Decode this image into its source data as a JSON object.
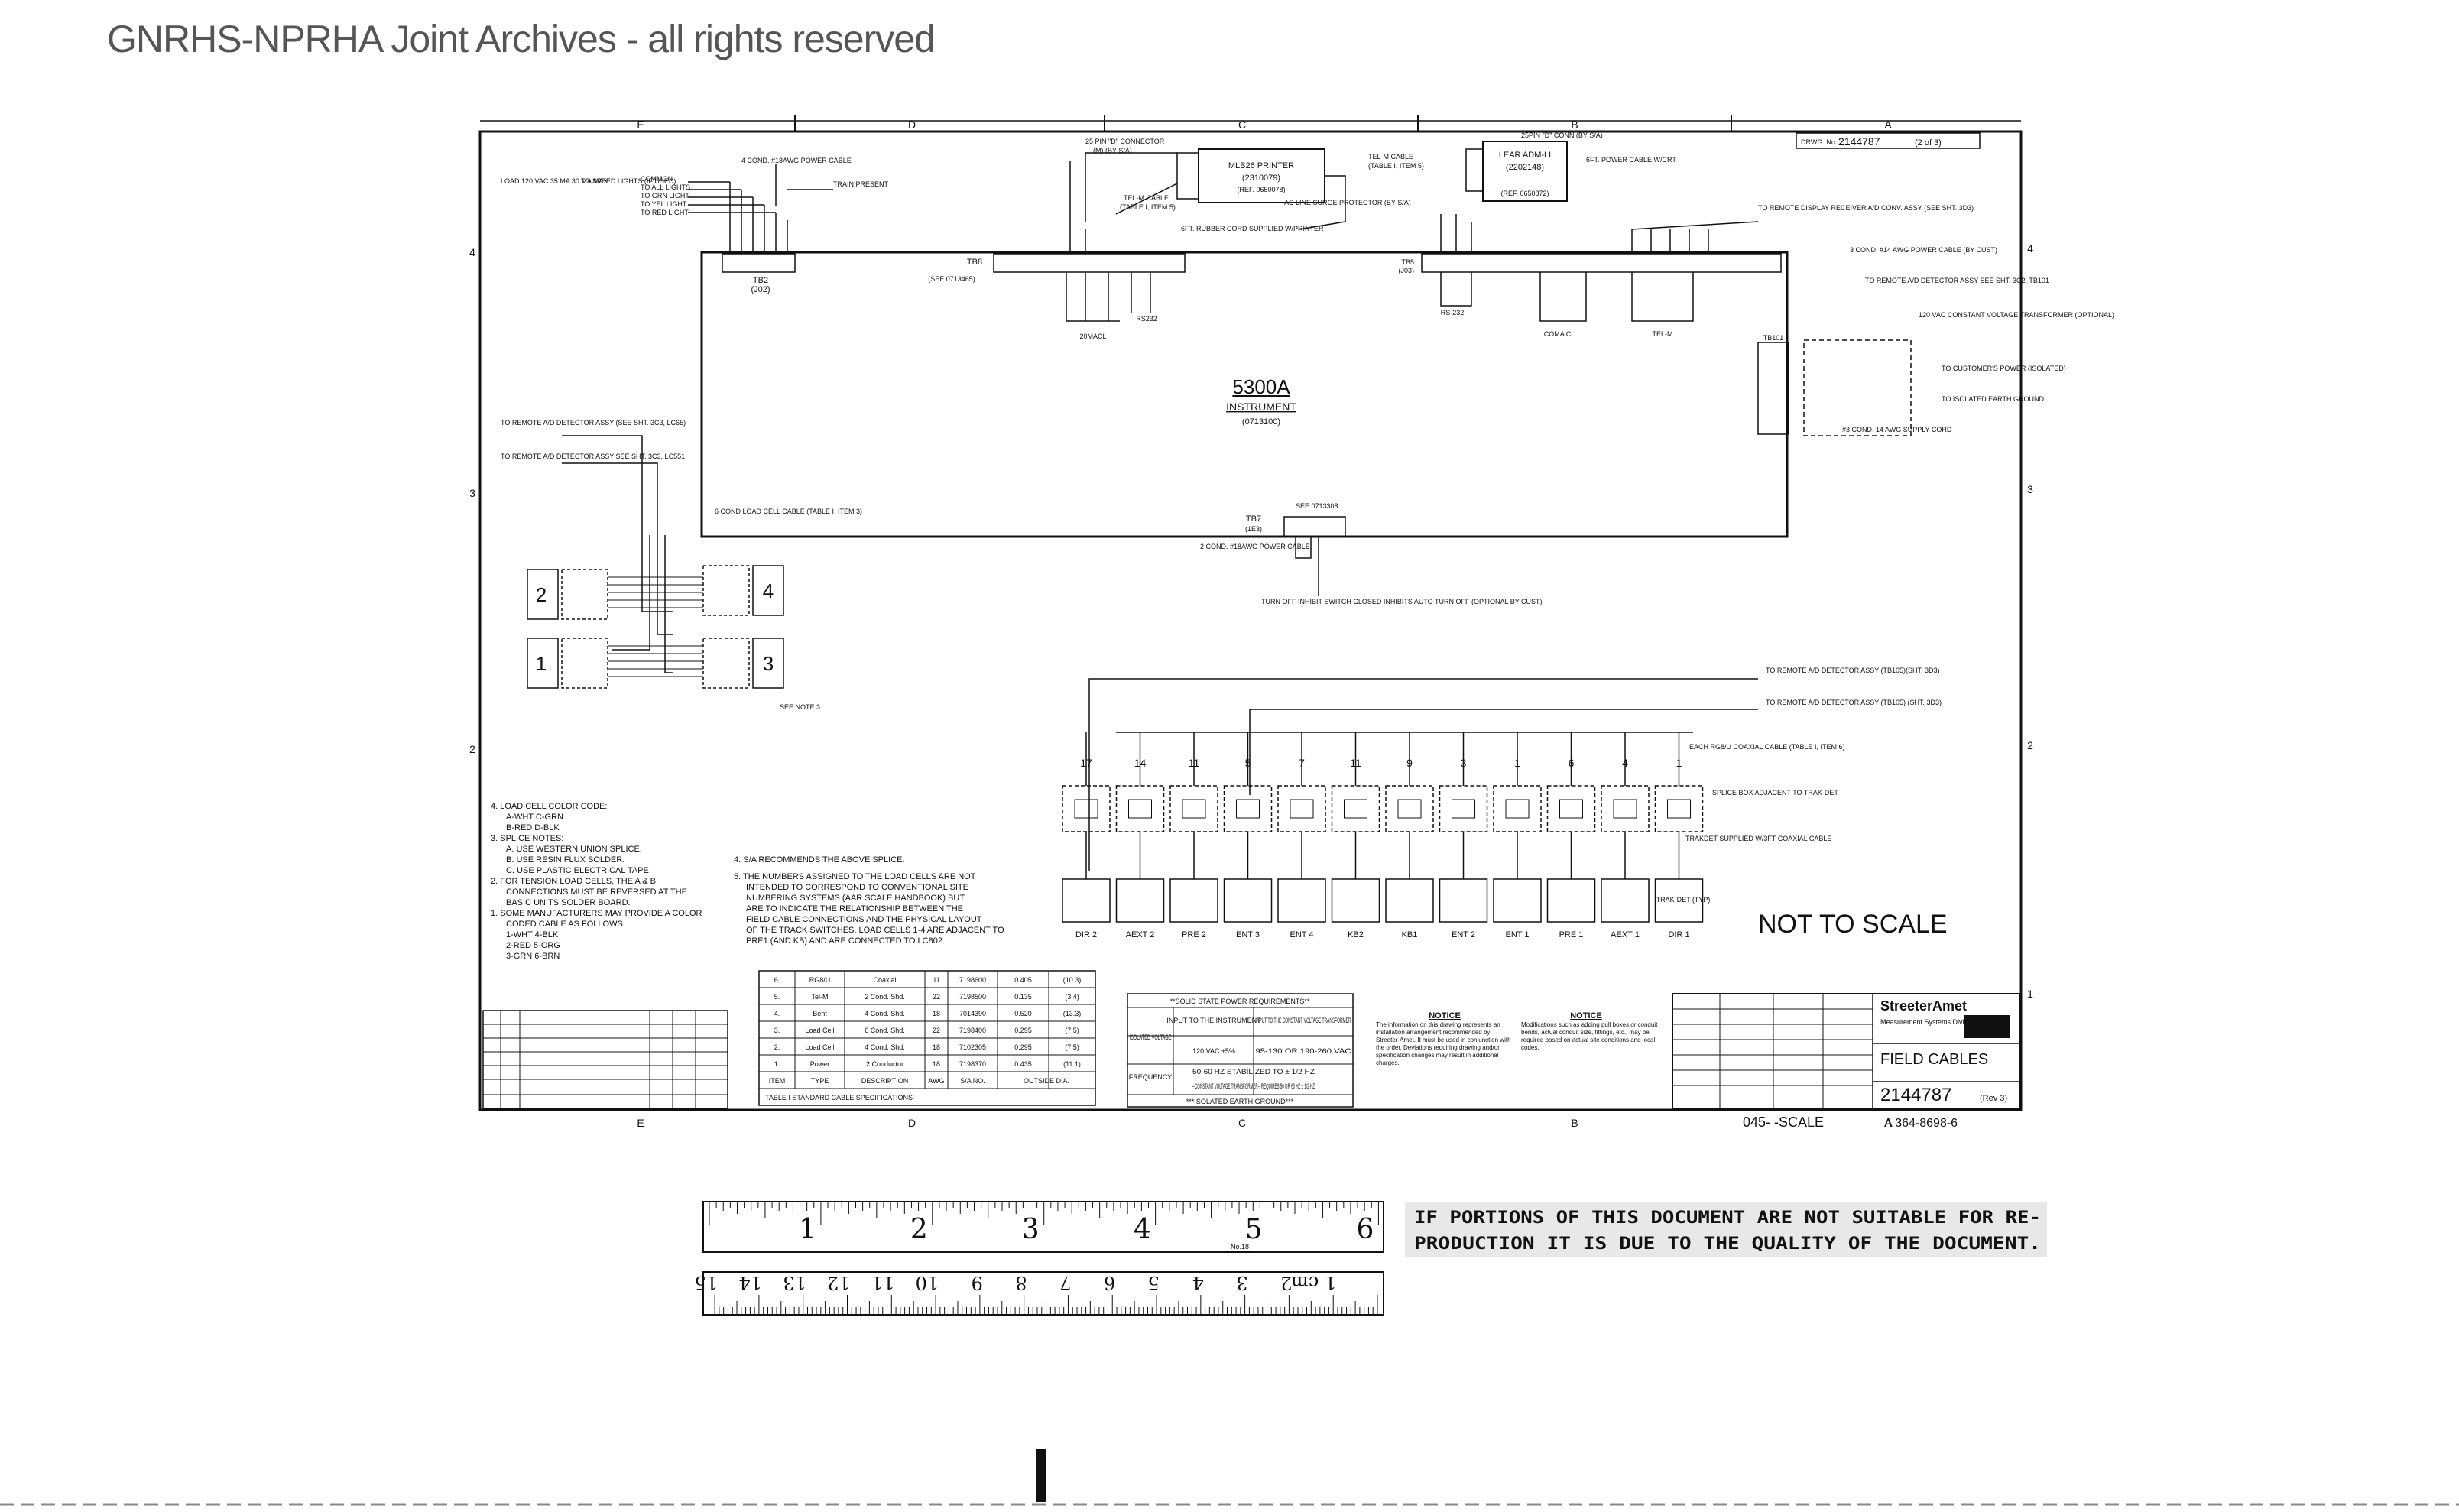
{
  "header": "GNRHS-NPRHA Joint Archives - all rights reserved",
  "drawing": {
    "drwg_no_label": "DRWG. No.",
    "drwg_no": "2144787",
    "sheet": "(2 of 3)",
    "title_company": "StreeterAmet",
    "title_subtitle": "Measurement Systems Division",
    "title_name": "FIELD CABLES",
    "dwg_no_box": "2144787",
    "sheet_box": "(Rev 3)",
    "scale_text": "045-   -SCALE",
    "ref_code": "A  364-8698-6",
    "not_to_scale": "NOT TO SCALE",
    "col_letters_top": [
      "E",
      "D",
      "C",
      "B",
      "A"
    ],
    "col_letters_bottom": [
      "E",
      "D",
      "C",
      "B",
      "A"
    ],
    "row_numbers": [
      "4",
      "3",
      "2",
      "1"
    ]
  },
  "instrument": {
    "name": "5300A",
    "sub": "INSTRUMENT",
    "part": "(0713100)"
  },
  "labels": {
    "printer": "MLB26 PRINTER",
    "printer_part": "(2310079)",
    "printer_ref": "(REF. 0650078)",
    "lear": "LEAR ADM-LI",
    "lear_part": "(2202148)",
    "lear_ref": "(REF. 0650872)",
    "conn_25": "25 PIN \"D\" CONNECTOR",
    "conn_25_sub": "(M) (BY S/A)",
    "conn_25b": "25PIN \"D\" CONN (BY S/A)",
    "telm_cable": "TEL-M CABLE",
    "telm_cable_sub": "(TABLE I, ITEM 5)",
    "ac_surge": "AC LINE SURGE PROTECTOR (BY S/A)",
    "power_cable_6ft": "6FT. RUBBER CORD SUPPLIED W/PRINTER",
    "power_cable_6ft_b": "6FT. POWER CABLE W/CRT",
    "tb2": "TB2",
    "tb2_sub": "(J02)",
    "tb8": "TB8",
    "tb8_ref": "(SEE 0713465)",
    "tb5": "TB5",
    "tb5_sub": "(J03)",
    "tb7": "TB7",
    "tb7_sub": "(1E3)",
    "tb7_see": "SEE 0713308",
    "cl20": "20MACL",
    "rs232": "RS232",
    "rs232_b": "RS-232",
    "coma_cl": "COMA CL",
    "tel_m": "TEL-M",
    "to_remote_display": "TO REMOTE DISPLAY RECEIVER A/D CONV. ASSY (SEE SHT. 3D3)",
    "to_remote_ad_1": "TO REMOTE A/D DETECTOR ASSY (TB105)(SHT. 3D3)",
    "to_remote_ad_2": "TO REMOTE A/D DETECTOR ASSY (TB105) (SHT. 3D3)",
    "to_remote_ad_3": "TO REMOTE A/D DETECTOR ASSY SEE SHT. 3C2, TB101",
    "to_remote_ad_left1": "TO REMOTE A/D DETECTOR ASSY (SEE SHT. 3C3, LC65)",
    "to_remote_ad_left2": "TO REMOTE A/D DETECTOR ASSY SEE SHT. 3C3, LC551",
    "load_text": "LOAD 120 VAC 35 MA 30 MA MAX",
    "speed_lights": "TO SPEED LIGHTS (IF USED)",
    "power_cable_4": "4 COND. #18AWG POWER CABLE",
    "train_present": "TRAIN PRESENT",
    "common": "COMMON",
    "all_lights": "TO ALL LIGHTS",
    "grn_light": "TO GRN LIGHT",
    "yel_light": "TO YEL LIGHT",
    "red_light": "TO RED LIGHT",
    "load_cell_cable": "6 COND LOAD CELL CABLE (TABLE I, ITEM 3)",
    "two_cond": "2 COND. #18AWG POWER CABLE",
    "turn_off": "TURN OFF INHIBIT SWITCH CLOSED INHIBITS AUTO TURN OFF (OPTIONAL BY CUST)",
    "see_note3": "SEE NOTE 3",
    "each_cable": "EACH RG8/U COAXIAL CABLE (TABLE I, ITEM 6)",
    "splice_box": "SPLICE BOX ADJACENT TO TRAK-DET",
    "trakdet_supplied": "TRAKDET SUPPLIED W/3FT COAXIAL CABLE",
    "isolated_earth": "***ISOLATED EARTH GROUND***",
    "power_3cond": "3 COND. #14 AWG POWER CABLE (BY CUST)",
    "isolated_power": "TO ISOLATED EARTH GROUND",
    "customer_power": "TO CUSTOMER'S POWER (ISOLATED)",
    "ac_supply": "120 VAC CONSTANT VOLTAGE TRANSFORMER (OPTIONAL)",
    "gnd_cable": "#3 COND. 14 AWG SUPPLY CORD",
    "tb101": "TB101"
  },
  "detectors": {
    "numbers": [
      "17",
      "14",
      "11",
      "5",
      "7",
      "11",
      "9",
      "3",
      "1",
      "6",
      "4",
      "1"
    ],
    "names": [
      "DIR 2",
      "AEXT 2",
      "PRE 2",
      "ENT 3",
      "ENT 4",
      "KB2",
      "KB1",
      "ENT 2",
      "ENT 1",
      "PRE 1",
      "AEXT 1",
      "DIR 1"
    ],
    "trak_det": "TRAK-DET (TYP)"
  },
  "junctions": [
    "2",
    "4",
    "1",
    "3"
  ],
  "notes": {
    "n4": "4. LOAD CELL COLOR CODE:",
    "n4a": "A-WHT        C-GRN",
    "n4b": "B-RED        D-BLK",
    "n3": "3. SPLICE NOTES:",
    "n3a": "A. USE WESTERN UNION SPLICE.",
    "n3b": "B. USE RESIN FLUX SOLDER.",
    "n3c": "C. USE PLASTIC ELECTRICAL TAPE.",
    "n2": "2. FOR TENSION LOAD CELLS, THE A & B",
    "n2b": "CONNECTIONS MUST BE REVERSED AT THE",
    "n2c": "BASIC UNITS SOLDER BOARD.",
    "n1": "1. SOME MANUFACTURERS MAY PROVIDE A COLOR",
    "n1b": "CODED CABLE AS FOLLOWS:",
    "n1c": "1-WHT        4-BLK",
    "n1d": "2-RED        5-ORG",
    "n1e": "3-GRN        6-BRN",
    "m4": "4. S/A RECOMMENDS THE ABOVE SPLICE.",
    "m5": "5. THE NUMBERS ASSIGNED TO THE LOAD CELLS ARE NOT",
    "m5b": "INTENDED TO CORRESPOND TO CONVENTIONAL SITE",
    "m5c": "NUMBERING SYSTEMS (AAR SCALE HANDBOOK) BUT",
    "m5d": "ARE TO INDICATE THE RELATIONSHIP BETWEEN THE",
    "m5e": "FIELD CABLE CONNECTIONS AND THE PHYSICAL LAYOUT",
    "m5f": "OF THE TRACK SWITCHES. LOAD CELLS 1-4 ARE ADJACENT TO",
    "m5g": "PRE1 (AND KB) AND ARE CONNECTED TO LC802."
  },
  "cable_table": {
    "title": "TABLE I        STANDARD CABLE SPECIFICATIONS",
    "headers": [
      "ITEM",
      "TYPE",
      "DESCRIPTION",
      "AWG",
      "S/A NO.",
      "OUTSIDE DIA."
    ],
    "rows": [
      [
        "6.",
        "RG8/U",
        "Coaxial",
        "11",
        "7198600",
        "0.405",
        "(10.3)"
      ],
      [
        "5.",
        "Tel-M",
        "2 Cond. Shd.",
        "22",
        "7198500",
        "0.135",
        "(3.4)"
      ],
      [
        "4.",
        "Bent",
        "4 Cond. Shd.",
        "18",
        "7014390",
        "0.520",
        "(13.3)"
      ],
      [
        "3.",
        "Load Cell",
        "6 Cond. Shd.",
        "22",
        "7198400",
        "0.295",
        "(7.5)"
      ],
      [
        "2.",
        "Load Cell",
        "4 Cond. Shd.",
        "18",
        "7102305",
        "0.295",
        "(7.5)"
      ],
      [
        "1.",
        "Power",
        "2 Conductor",
        "18",
        "7198370",
        "0.435",
        "(11.1)"
      ]
    ]
  },
  "power_box": {
    "title": "**SOLID STATE POWER REQUIREMENTS**",
    "col1": "INPUT TO THE INSTRUMENT",
    "col2": "INPUT TO THE CONSTANT VOLTAGE TRANSFORMER",
    "row1_label": "ISOLATED VOLTAGE",
    "row1_a": "120 VAC ±5%",
    "row1_b": "95-130 OR 190-260 VAC",
    "row2_label": "FREQUENCY",
    "row2_a": "50-60 HZ STABILIZED TO ± 1/2 HZ",
    "row2_b": "--CONSTANT VOLTAGE TRANSFORMER-- REQUIRES 50 OR 60 HZ ± 1/2 HZ",
    "footer": "***ISOLATED EARTH GROUND***"
  },
  "notice": {
    "title": "NOTICE",
    "title_b": "NOTICE",
    "body": "The information on this drawing represents an installation arrangement recommended by Streeter-Amet. It must be used in conjunction with the order. Deviations requiring drawing and/or specification changes may result in additional charges.",
    "body2": "Modifications such as adding pull boxes or conduit bends, actual conduit size, fittings, etc., may be required based on actual site conditions and local codes."
  },
  "ruler": {
    "inch_labels": [
      "1",
      "2",
      "3",
      "4",
      "5",
      "6"
    ],
    "cm_labels": [
      "1 cm",
      "2",
      "3",
      "4",
      "5",
      "6",
      "7",
      "8",
      "9",
      "10",
      "11",
      "12",
      "13",
      "14",
      "15"
    ],
    "ruler_id": "No.18"
  },
  "stamp": {
    "line1": "IF PORTIONS OF THIS DOCUMENT ARE NOT SUITABLE FOR RE-",
    "line2": "PRODUCTION IT IS DUE TO THE QUALITY OF THE DOCUMENT."
  }
}
